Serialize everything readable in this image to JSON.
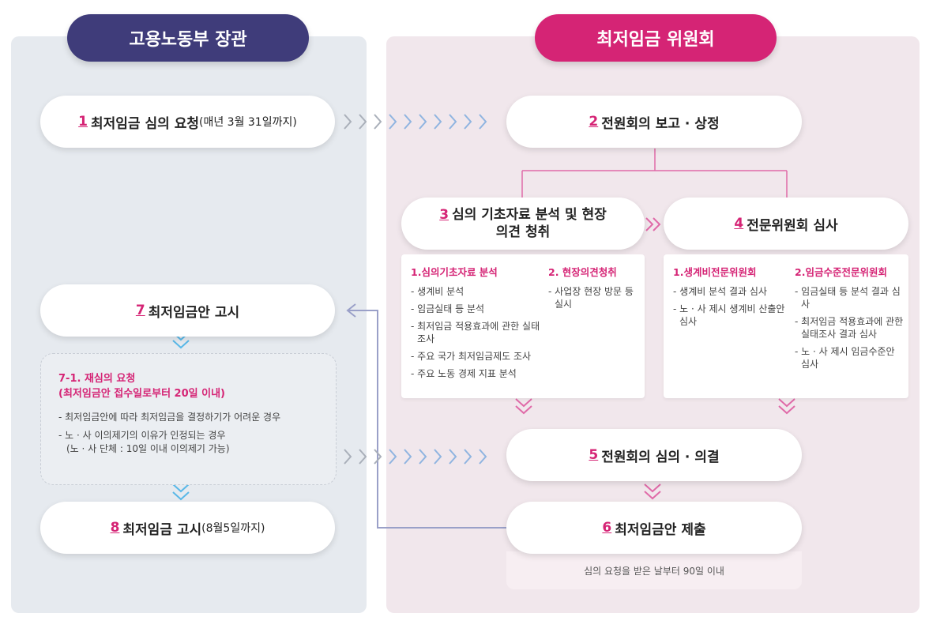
{
  "headers": {
    "left": "고용노동부 장관",
    "right": "최저임금 위원회"
  },
  "steps": {
    "s1": {
      "num": "1",
      "text": "최저임금 심의 요청",
      "suffix": "(매년 3월 31일까지)"
    },
    "s2": {
      "num": "2",
      "text": "전원회의 보고 · 상정"
    },
    "s3": {
      "num": "3",
      "text_line1": "심의 기초자료 분석 및 현장",
      "text_line2": "의견 청취"
    },
    "s4": {
      "num": "4",
      "text": "전문위원회 심사"
    },
    "s5": {
      "num": "5",
      "text": "전원회의 심의 · 의결"
    },
    "s6": {
      "num": "6",
      "text": "최저임금안 제출"
    },
    "s7": {
      "num": "7",
      "text": "최저임금안 고시"
    },
    "s8": {
      "num": "8",
      "text": "최저임금 고시",
      "suffix": "(8월5일까지)"
    }
  },
  "step3_details": {
    "col1": {
      "title": "1.심의기초자료 분석",
      "items": [
        "생계비 분석",
        "임금실태 등 분석",
        "최저임금 적용효과에 관한 실태조사",
        "주요 국가 최저임금제도 조사",
        "주요 노동 경제 지표 분석"
      ]
    },
    "col2": {
      "title": "2. 현장의견청취",
      "items": [
        "사업장 현장 방문 등 실시"
      ]
    }
  },
  "step4_details": {
    "col1": {
      "title": "1.생계비전문위원회",
      "items": [
        "생계비 분석 결과 심사",
        "노 · 사 제시 생계비 산출안 심사"
      ]
    },
    "col2": {
      "title": "2.임금수준전문위원회",
      "items": [
        "임금실태 등 분석 결과 심사",
        "최저임금 적용효과에 관한실태조사 결과 심사",
        "노 · 사 제시 임금수준안 심사"
      ]
    }
  },
  "reconsider": {
    "title_line1": "7-1. 재심의 요청",
    "title_line2": "(최저임금안 접수일로부터 20일 이내)",
    "item1": "- 최저임금안에 따라 최저임금을 결정하기가 어려운 경우",
    "item2": "- 노 · 사 이의제기의 이유가 인정되는 경우",
    "item2_note": "(노 · 사 단체 : 10일 이내 이의제기 가능)"
  },
  "step6_note": "심의 요청을 받은 날부터 90일 이내",
  "colors": {
    "navy": "#3f3c7a",
    "magenta": "#d52475",
    "pink_arrow": "#e06aa8",
    "blue_arrow": "#8fb4e0",
    "light_blue_chevron": "#59b8e8",
    "connector": "#9aa0c8"
  }
}
